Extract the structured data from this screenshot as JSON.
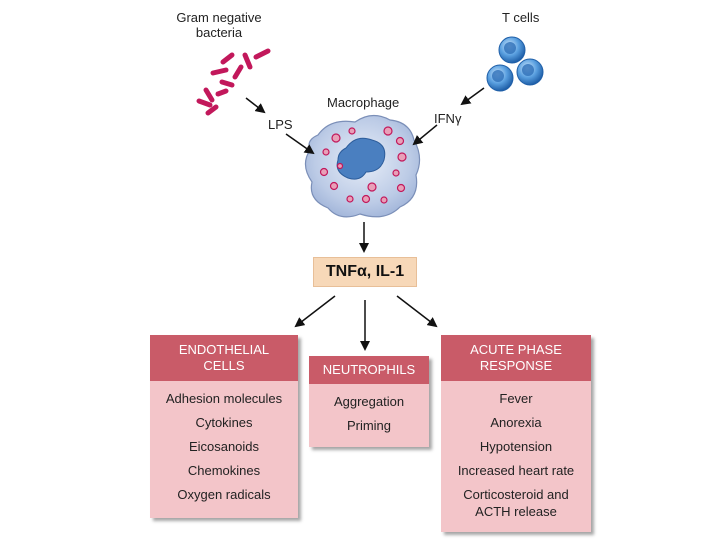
{
  "labels": {
    "bacteria": [
      "Gram negative",
      "bacteria"
    ],
    "tcells": "T cells",
    "macrophage": "Macrophage",
    "lps": "LPS",
    "ifn": "IFNγ",
    "cytokines": "TNFα, IL-1"
  },
  "boxes": {
    "endothelial": {
      "header": [
        "ENDOTHELIAL",
        "CELLS"
      ],
      "items": [
        "Adhesion molecules",
        "Cytokines",
        "Eicosanoids",
        "Chemokines",
        "Oxygen radicals"
      ]
    },
    "neutrophils": {
      "header": [
        "NEUTROPHILS"
      ],
      "items": [
        "Aggregation",
        "Priming"
      ]
    },
    "acute": {
      "header": [
        "ACUTE PHASE",
        "RESPONSE"
      ],
      "items": [
        "Fever",
        "Anorexia",
        "Hypotension",
        "Increased heart rate",
        "Corticosteroid and ACTH release"
      ]
    }
  },
  "colors": {
    "bacteria": "#c2185b",
    "box_header": "#c95b68",
    "box_body": "#f3c5c9",
    "cytokine_box": "#f7d8b8",
    "macrophage": "#b9c9e6",
    "nucleus": "#4a7fc0",
    "granule": "#c2185b",
    "tcell": "#4a8fd4"
  }
}
